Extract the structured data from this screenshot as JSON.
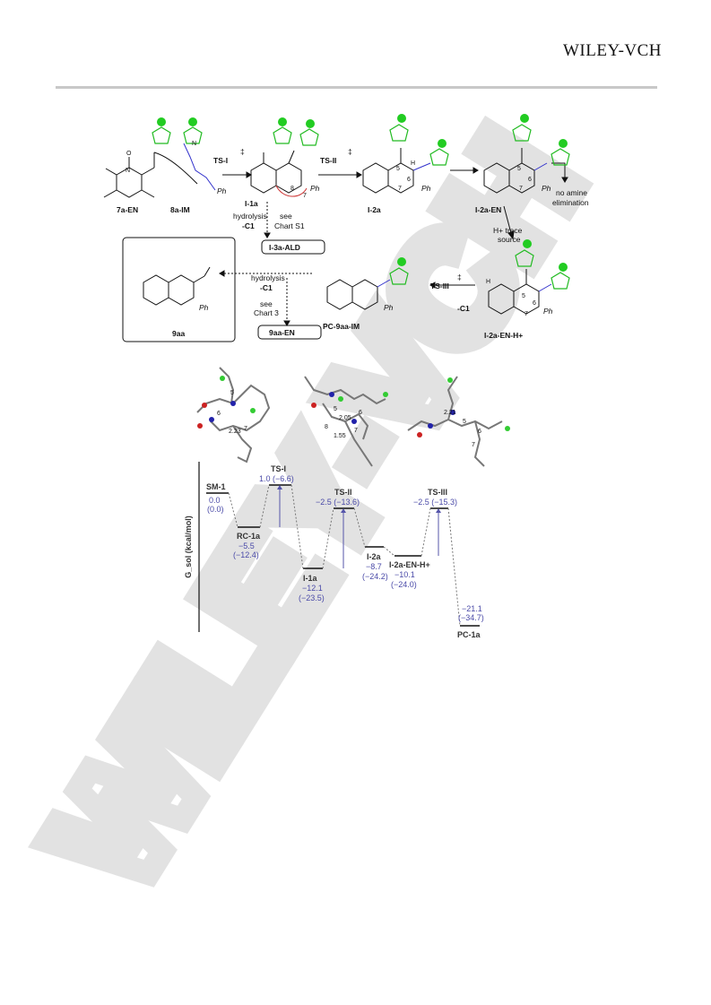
{
  "header": {
    "publisher": "WILEY-VCH"
  },
  "watermark": {
    "text": "WILEY-VCH"
  },
  "scheme": {
    "compounds": {
      "c1": "7a-EN",
      "c2": "8a-IM",
      "c3": "I-1a",
      "c4": "I-2a",
      "c5": "I-2a-EN",
      "c6": "I-2a-EN-H+",
      "c7": "PC-9aa-IM",
      "c8": "9aa",
      "box1": "I-3a-ALD",
      "box2": "9aa-EN"
    },
    "ts": {
      "ts1": "TS-I",
      "ts2": "TS-II",
      "ts3": "TS-III",
      "dagger": "‡"
    },
    "notes": {
      "hydrolysis1": "hydrolysis",
      "c1_1": "-C1",
      "see1": "see",
      "chart1": "Chart S1",
      "no_amine1": "no amine",
      "no_amine2": "elimination",
      "hplus1": "H+ trace",
      "hplus2": "source",
      "hydrolysis2": "hydrolysis",
      "c1_2": "-C1",
      "see2": "see",
      "chart2": "Chart 3",
      "c1_3": "-C1",
      "ph": "Ph"
    },
    "atoms": {
      "n": "N",
      "o": "O",
      "h": "H",
      "n5": "5",
      "n6": "6",
      "n7": "7",
      "n8": "8"
    }
  },
  "structures3d": {
    "s1_d1": "2.23",
    "s1_a5": "5",
    "s1_a6": "6",
    "s1_a7": "7",
    "s2_d1": "2.05",
    "s2_d2": "1.55",
    "s2_a5": "5",
    "s2_a6": "6",
    "s2_a7": "7",
    "s2_a8": "8",
    "s3_d1": "2.21",
    "s3_a5": "5",
    "s3_a6": "6",
    "s3_a7": "7"
  },
  "energy": {
    "ylabel": "G_sol (kcal/mol)",
    "states": [
      {
        "name": "SM-1",
        "v1": "0.0",
        "v2": "(0.0)"
      },
      {
        "name": "RC-1a",
        "v1": "−5.5",
        "v2": "(−12.4)"
      },
      {
        "name": "TS-I",
        "v1": "1.0 (−6.6)",
        "v2": ""
      },
      {
        "name": "I-1a",
        "v1": "−12.1",
        "v2": "(−23.5)"
      },
      {
        "name": "TS-II",
        "v1": "−2.5 (−13.6)",
        "v2": ""
      },
      {
        "name": "I-2a",
        "v1": "−8.7",
        "v2": "(−24.2)"
      },
      {
        "name": "I-2a-EN-H+",
        "v1": "−10.1",
        "v2": "(−24.0)"
      },
      {
        "name": "TS-III",
        "v1": "−2.5 (−15.3)",
        "v2": ""
      },
      {
        "name": "PC-1a",
        "v1": "−21.1",
        "v2": "(−34.7)"
      }
    ]
  }
}
